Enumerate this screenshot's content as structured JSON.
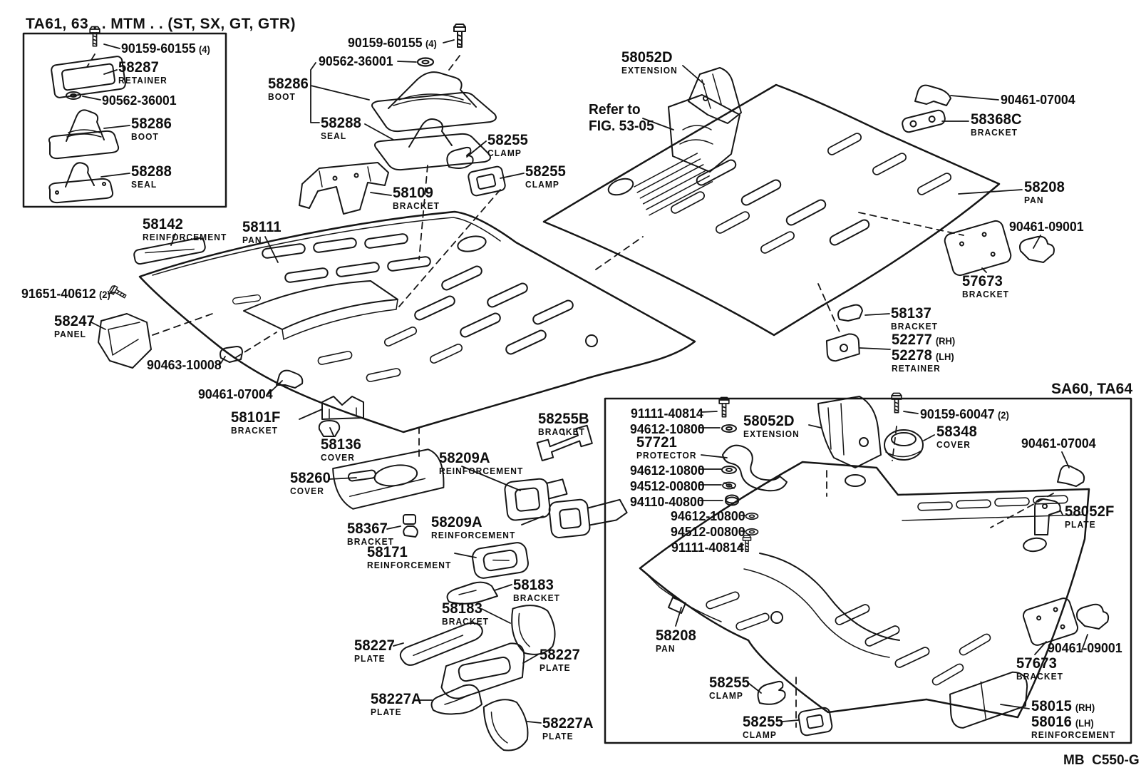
{
  "meta": {
    "title": "TA61, 63 . . MTM . . (ST, SX, GT, GTR)",
    "variant_label": "SA60, TA64",
    "footer_code": "MB  C550-G",
    "refer_line1": "Refer to",
    "refer_line2": "FIG. 53-05"
  },
  "colors": {
    "ink": "#161616",
    "paper": "#ffffff"
  },
  "labels": {
    "tl_bolt": {
      "num": "90159-60155",
      "sfx": "(4)"
    },
    "tl_retainer": {
      "code": "58287",
      "desc": "RETAINER"
    },
    "tl_grommet": {
      "num": "90562-36001"
    },
    "tl_boot": {
      "code": "58286",
      "desc": "BOOT"
    },
    "tl_seal": {
      "code": "58288",
      "desc": "SEAL"
    },
    "m_bolt": {
      "num": "90159-60155",
      "sfx": "(4)"
    },
    "m_grommet": {
      "num": "90562-36001"
    },
    "m_boot": {
      "code": "58286",
      "desc": "BOOT"
    },
    "m_seal": {
      "code": "58288",
      "desc": "SEAL"
    },
    "m_clamp1": {
      "code": "58255",
      "desc": "CLAMP"
    },
    "m_clamp2": {
      "code": "58255",
      "desc": "CLAMP"
    },
    "m_58109": {
      "code": "58109",
      "desc": "BRACKET"
    },
    "t_58052d": {
      "code": "58052D",
      "desc": "EXTENSION"
    },
    "r_90461_07004": {
      "num": "90461-07004"
    },
    "r_58368c": {
      "code": "58368C",
      "desc": "BRACKET"
    },
    "r_58208": {
      "code": "58208",
      "desc": "PAN"
    },
    "r_90461_09001": {
      "num": "90461-09001"
    },
    "r_57673": {
      "code": "57673",
      "desc": "BRACKET"
    },
    "l_58142": {
      "code": "58142",
      "desc": "REINFORCEMENT"
    },
    "l_58111": {
      "code": "58111",
      "desc": "PAN"
    },
    "l_91651": {
      "num": "91651-40612",
      "sfx": "(2)"
    },
    "l_58247": {
      "code": "58247",
      "desc": "PANEL"
    },
    "l_90463": {
      "num": "90463-10008"
    },
    "l_90461_07004": {
      "num": "90461-07004"
    },
    "l_58101f": {
      "code": "58101F",
      "desc": "BRACKET"
    },
    "l_58136": {
      "code": "58136",
      "desc": "COVER"
    },
    "l_58260": {
      "code": "58260",
      "desc": "COVER"
    },
    "c_58209a_1": {
      "code": "58209A",
      "desc": "REINFORCEMENT"
    },
    "c_58255b": {
      "code": "58255B",
      "desc": "BRACKET"
    },
    "c_58367": {
      "code": "58367",
      "desc": "BRACKET"
    },
    "c_58209a_2": {
      "code": "58209A",
      "desc": "REINFORCEMENT"
    },
    "c_58171": {
      "code": "58171",
      "desc": "REINFORCEMENT"
    },
    "c_58183_1": {
      "code": "58183",
      "desc": "BRACKET"
    },
    "c_58183_2": {
      "code": "58183",
      "desc": "BRACKET"
    },
    "c_58227_1": {
      "code": "58227",
      "desc": "PLATE"
    },
    "c_58227_2": {
      "code": "58227",
      "desc": "PLATE"
    },
    "c_58227a_1": {
      "code": "58227A",
      "desc": "PLATE"
    },
    "c_58227a_2": {
      "code": "58227A",
      "desc": "PLATE"
    },
    "r_58137": {
      "code": "58137",
      "desc": "BRACKET"
    },
    "r_5227x": {
      "code": "52277",
      "sfx": "(RH)",
      "code2": "52278",
      "sfx2": "(LH)",
      "desc": "RETAINER"
    },
    "b_91111_1": {
      "num": "91111-40814"
    },
    "b_94612_1": {
      "num": "94612-10800"
    },
    "b_58052d": {
      "code": "58052D",
      "desc": "EXTENSION"
    },
    "b_90159": {
      "num": "90159-60047",
      "sfx": "(2)"
    },
    "b_58348": {
      "code": "58348",
      "desc": "COVER"
    },
    "b_90461_07004": {
      "num": "90461-07004"
    },
    "b_57721": {
      "code": "57721",
      "desc": "PROTECTOR"
    },
    "b_94612_2": {
      "num": "94612-10800"
    },
    "b_94512_1": {
      "num": "94512-00800"
    },
    "b_94110": {
      "num": "94110-40800"
    },
    "b_94612_3": {
      "num": "94612-10800"
    },
    "b_94512_2": {
      "num": "94512-00800"
    },
    "b_91111_2": {
      "num": "91111-40814"
    },
    "b_58052f": {
      "code": "58052F",
      "desc": "PLATE"
    },
    "b_58208": {
      "code": "58208",
      "desc": "PAN"
    },
    "b_58255_1": {
      "code": "58255",
      "desc": "CLAMP"
    },
    "b_58255_2": {
      "code": "58255",
      "desc": "CLAMP"
    },
    "b_57673": {
      "code": "57673",
      "desc": "BRACKET"
    },
    "b_90461_09001": {
      "num": "90461-09001"
    },
    "b_5801x": {
      "code": "58015",
      "sfx": "(RH)",
      "code2": "58016",
      "sfx2": "(LH)",
      "desc": "REINFORCEMENT"
    }
  }
}
